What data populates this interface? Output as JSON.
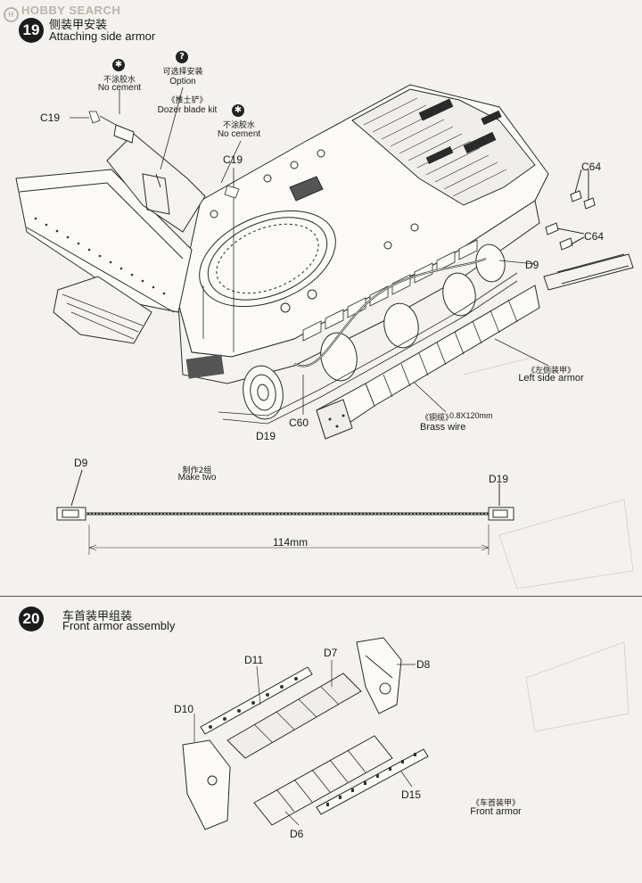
{
  "watermark": {
    "text": "HOBBY SEARCH"
  },
  "step19": {
    "number": "19",
    "title_zh": "侧装甲安装",
    "title_en": "Attaching side armor",
    "callouts": {
      "no_cement_1_zh": "不涂胶水",
      "no_cement_1_en": "No cement",
      "option_zh": "可选择安装",
      "option_en": "Option",
      "dozer_zh": "《推土铲》",
      "dozer_en": "Dozer blade kit",
      "no_cement_2_zh": "不涂胶水",
      "no_cement_2_en": "No cement",
      "left_armor_zh": "《左侧装甲》",
      "left_armor_en": "Left side armor",
      "wire_zh": "《铜缆》",
      "wire_spec": "0.8X120mm",
      "wire_en": "Brass wire"
    },
    "parts": {
      "c19_left": "C19",
      "c19_mid": "C19",
      "c64_top": "C64",
      "c64_bottom": "C64",
      "d9": "D9",
      "c60": "C60",
      "d19": "D19"
    },
    "cable": {
      "end_left": "D9",
      "end_right": "D19",
      "make_zh": "制作2组",
      "make_en": "Make two",
      "length": "114mm"
    }
  },
  "step20": {
    "number": "20",
    "title_zh": "车首装甲组装",
    "title_en": "Front armor assembly",
    "parts": {
      "d11": "D11",
      "d7": "D7",
      "d8": "D8",
      "d10": "D10",
      "d15": "D15",
      "d6": "D6"
    },
    "front_armor_zh": "《车首装甲》",
    "front_armor_en": "Front armor"
  },
  "icons": {
    "no_cement": "no-cement-icon",
    "option": "question-mark-icon"
  }
}
